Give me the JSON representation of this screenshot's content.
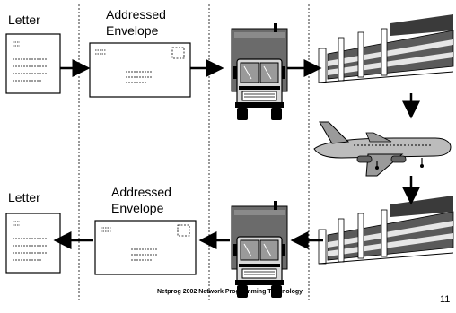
{
  "labels": {
    "letter_top": "Letter",
    "envelope_top_line1": "Addressed",
    "envelope_top_line2": "Envelope",
    "letter_bottom": "Letter",
    "envelope_bottom_line1": "Addressed",
    "envelope_bottom_line2": "Envelope"
  },
  "footer": {
    "text": "Netprog 2002  Network Programming Technology",
    "page": "11"
  },
  "colors": {
    "ink": "#000000",
    "truck_body": "#6b6b6b",
    "truck_cab": "#d9d9d9",
    "building": "#5a5a5a",
    "plane": "#bcbcbc"
  },
  "icons": [
    "letter-icon",
    "envelope-icon",
    "truck-icon",
    "post-office-building-icon",
    "airplane-icon",
    "arrow-icon"
  ]
}
